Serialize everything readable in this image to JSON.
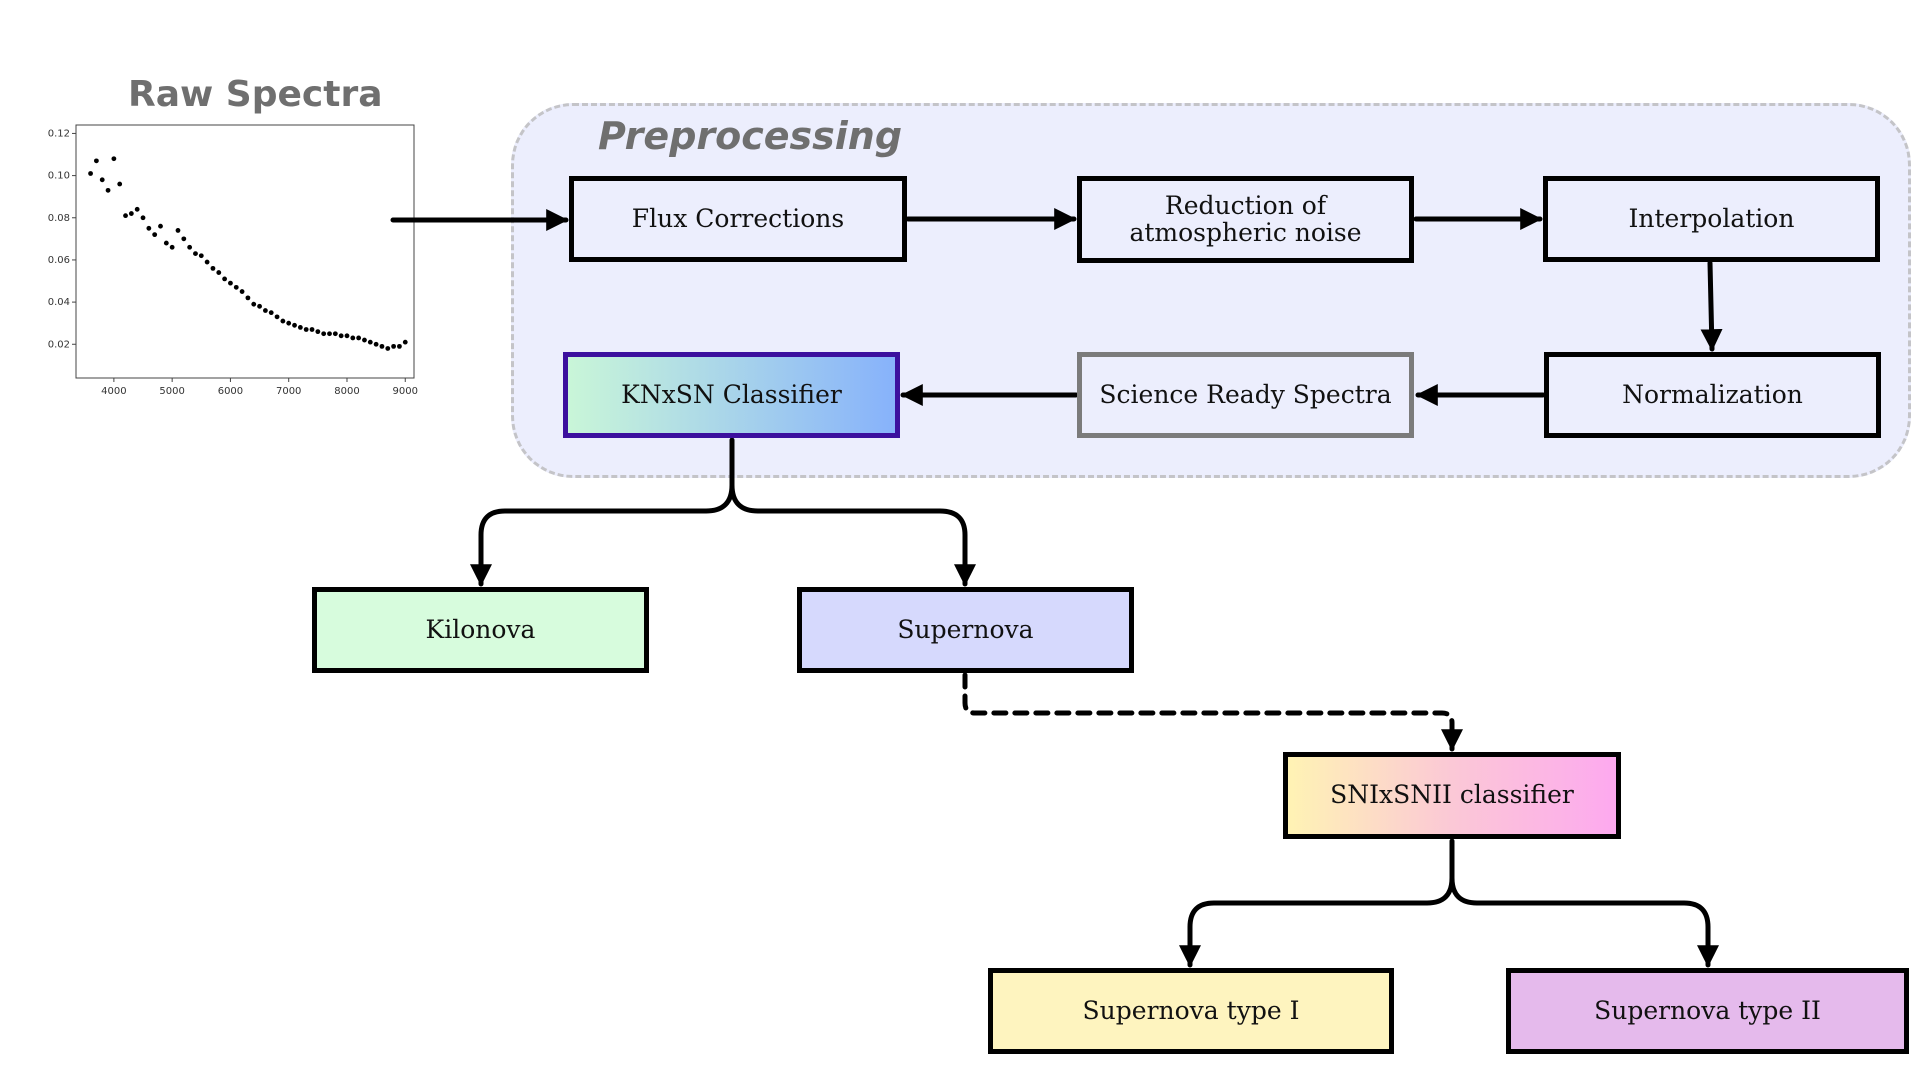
{
  "title": "Raw Spectra",
  "preprocessing_label": "Preprocessing",
  "steps": {
    "flux": "Flux Corrections",
    "reduction_line1": "Reduction of",
    "reduction_line2": "atmospheric noise",
    "interpolation": "Interpolation",
    "normalization": "Normalization",
    "science_ready": "Science Ready Spectra"
  },
  "classifiers": {
    "knxsn": "KNxSN Classifier",
    "snixsnii": "SNIxSNII classifier"
  },
  "outputs": {
    "kilonova": "Kilonova",
    "supernova": "Supernova",
    "supernova_type_1": "Supernova type I",
    "supernova_type_2": "Supernova type II"
  },
  "colors": {
    "preprocessing_bg": "#eceefd",
    "knxsn_border": "#3c109e",
    "kilonova_bg": "#d7fcdd",
    "supernova_bg": "#d6d9fd",
    "type1_bg": "#fef4bf",
    "type2_bg": "#e5baec"
  },
  "chart_data": {
    "type": "scatter",
    "title": "Raw Spectra",
    "xlabel": "",
    "ylabel": "",
    "xlim": [
      3350,
      9150
    ],
    "ylim": [
      0.004,
      0.124
    ],
    "xticks": [
      "4000",
      "5000",
      "6000",
      "7000",
      "8000",
      "9000"
    ],
    "yticks": [
      "0.02",
      "0.04",
      "0.06",
      "0.08",
      "0.10",
      "0.12"
    ],
    "grid": false,
    "x": [
      3600,
      3700,
      3800,
      3900,
      4000,
      4100,
      4200,
      4300,
      4400,
      4500,
      4600,
      4700,
      4800,
      4900,
      5000,
      5100,
      5200,
      5300,
      5400,
      5500,
      5600,
      5700,
      5800,
      5900,
      6000,
      6100,
      6200,
      6300,
      6400,
      6500,
      6600,
      6700,
      6800,
      6900,
      7000,
      7100,
      7200,
      7300,
      7400,
      7500,
      7600,
      7700,
      7800,
      7900,
      8000,
      8100,
      8200,
      8300,
      8400,
      8500,
      8600,
      8700,
      8800,
      8900,
      9000
    ],
    "y": [
      0.101,
      0.107,
      0.098,
      0.093,
      0.108,
      0.096,
      0.081,
      0.082,
      0.084,
      0.08,
      0.075,
      0.072,
      0.076,
      0.068,
      0.066,
      0.074,
      0.07,
      0.066,
      0.063,
      0.062,
      0.059,
      0.056,
      0.054,
      0.051,
      0.049,
      0.047,
      0.045,
      0.042,
      0.039,
      0.038,
      0.036,
      0.035,
      0.033,
      0.031,
      0.03,
      0.029,
      0.028,
      0.027,
      0.027,
      0.026,
      0.025,
      0.025,
      0.025,
      0.024,
      0.024,
      0.023,
      0.023,
      0.022,
      0.021,
      0.02,
      0.019,
      0.018,
      0.019,
      0.019,
      0.021
    ]
  }
}
